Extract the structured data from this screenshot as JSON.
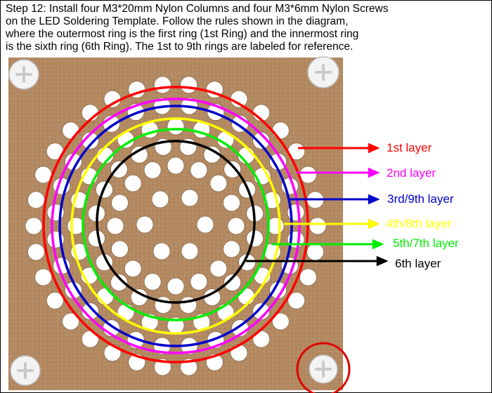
{
  "instructions": {
    "lines": [
      "Step 12: Install four M3*20mm Nylon Columns and four M3*6mm Nylon Screws",
      "on the LED Soldering Template. Follow the rules shown in the diagram,",
      "where the outermost ring is the first ring (1st Ring) and the innermost ring",
      "is the sixth ring (6th Ring). The 1st to 9th rings are labeled for reference."
    ]
  },
  "layers": [
    {
      "label": "1st layer",
      "color": "#ff0000"
    },
    {
      "label": "2nd layer",
      "color": "#ff00ff"
    },
    {
      "label": "3rd/9th layer",
      "color": "#0000cc"
    },
    {
      "label": "4th/8th layer",
      "color": "#ffff00"
    },
    {
      "label": "5th/7th layer",
      "color": "#00ee00"
    },
    {
      "label": "6th layer",
      "color": "#000000"
    }
  ],
  "colors": {
    "board": "#b48a62",
    "highlight": "#dd0000",
    "screw": "#f2f2f2"
  },
  "icons": [
    "nylon-screw-icon",
    "highlight-circle-icon"
  ]
}
